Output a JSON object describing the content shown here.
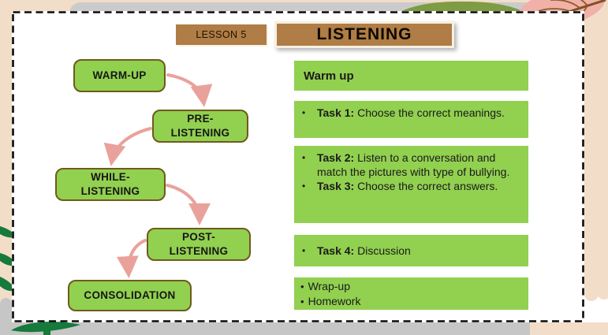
{
  "slide": {
    "badge": "LESSON 5",
    "title": "LISTENING",
    "flowchart": [
      {
        "label": "WARM-UP"
      },
      {
        "label": "PRE-\nLISTENING"
      },
      {
        "label": "WHILE-\nLISTENING"
      },
      {
        "label": "POST-\nLISTENING"
      },
      {
        "label": "CONSOLIDATION"
      }
    ],
    "right": {
      "header": "Warm up",
      "groups": [
        {
          "items": [
            {
              "bold": "Task 1:",
              "text": " Choose the correct meanings."
            }
          ]
        },
        {
          "items": [
            {
              "bold": "Task 2:",
              "text": " Listen to a conversation and match the pictures with type of bullying."
            },
            {
              "bold": "Task 3:",
              "text": " Choose the correct answers."
            }
          ]
        },
        {
          "items": [
            {
              "bold": "Task 4:",
              "text": " Discussion"
            }
          ]
        }
      ],
      "wrap": [
        "Wrap-up",
        "Homework"
      ]
    }
  },
  "ui": {
    "bullet": "•"
  },
  "colors": {
    "panel_green": "#92D050",
    "box_border_brown": "#6F5A1C",
    "title_brown": "#AF7D45",
    "arrow_salmon": "#E9A29B",
    "background_beige": "#F2DEC8",
    "hardware_gray": "#C9C9C9",
    "blob_olive": "#7D9C43",
    "leaf_pink": "#F2B1A8",
    "leaf_dark_green": "#157A3B",
    "text": "#1A1A1A"
  }
}
